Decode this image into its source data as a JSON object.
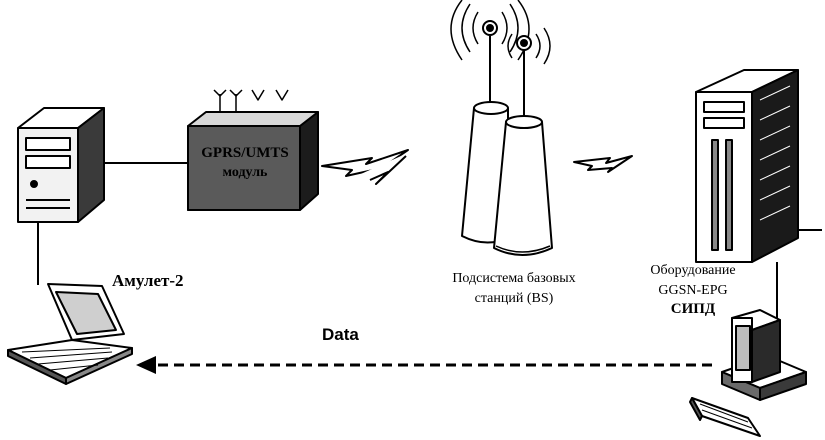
{
  "labels": {
    "module_line1": "GPRS/UMTS",
    "module_line2": "модуль",
    "amulet": "Амулет-2",
    "bs_line1": "Подсистема базовых",
    "bs_line2": "станций (BS)",
    "ggsn_line1": "Оборудование",
    "ggsn_line2": "GGSN-EPG",
    "ggsn_line3": "СИПД",
    "data": "Data"
  }
}
